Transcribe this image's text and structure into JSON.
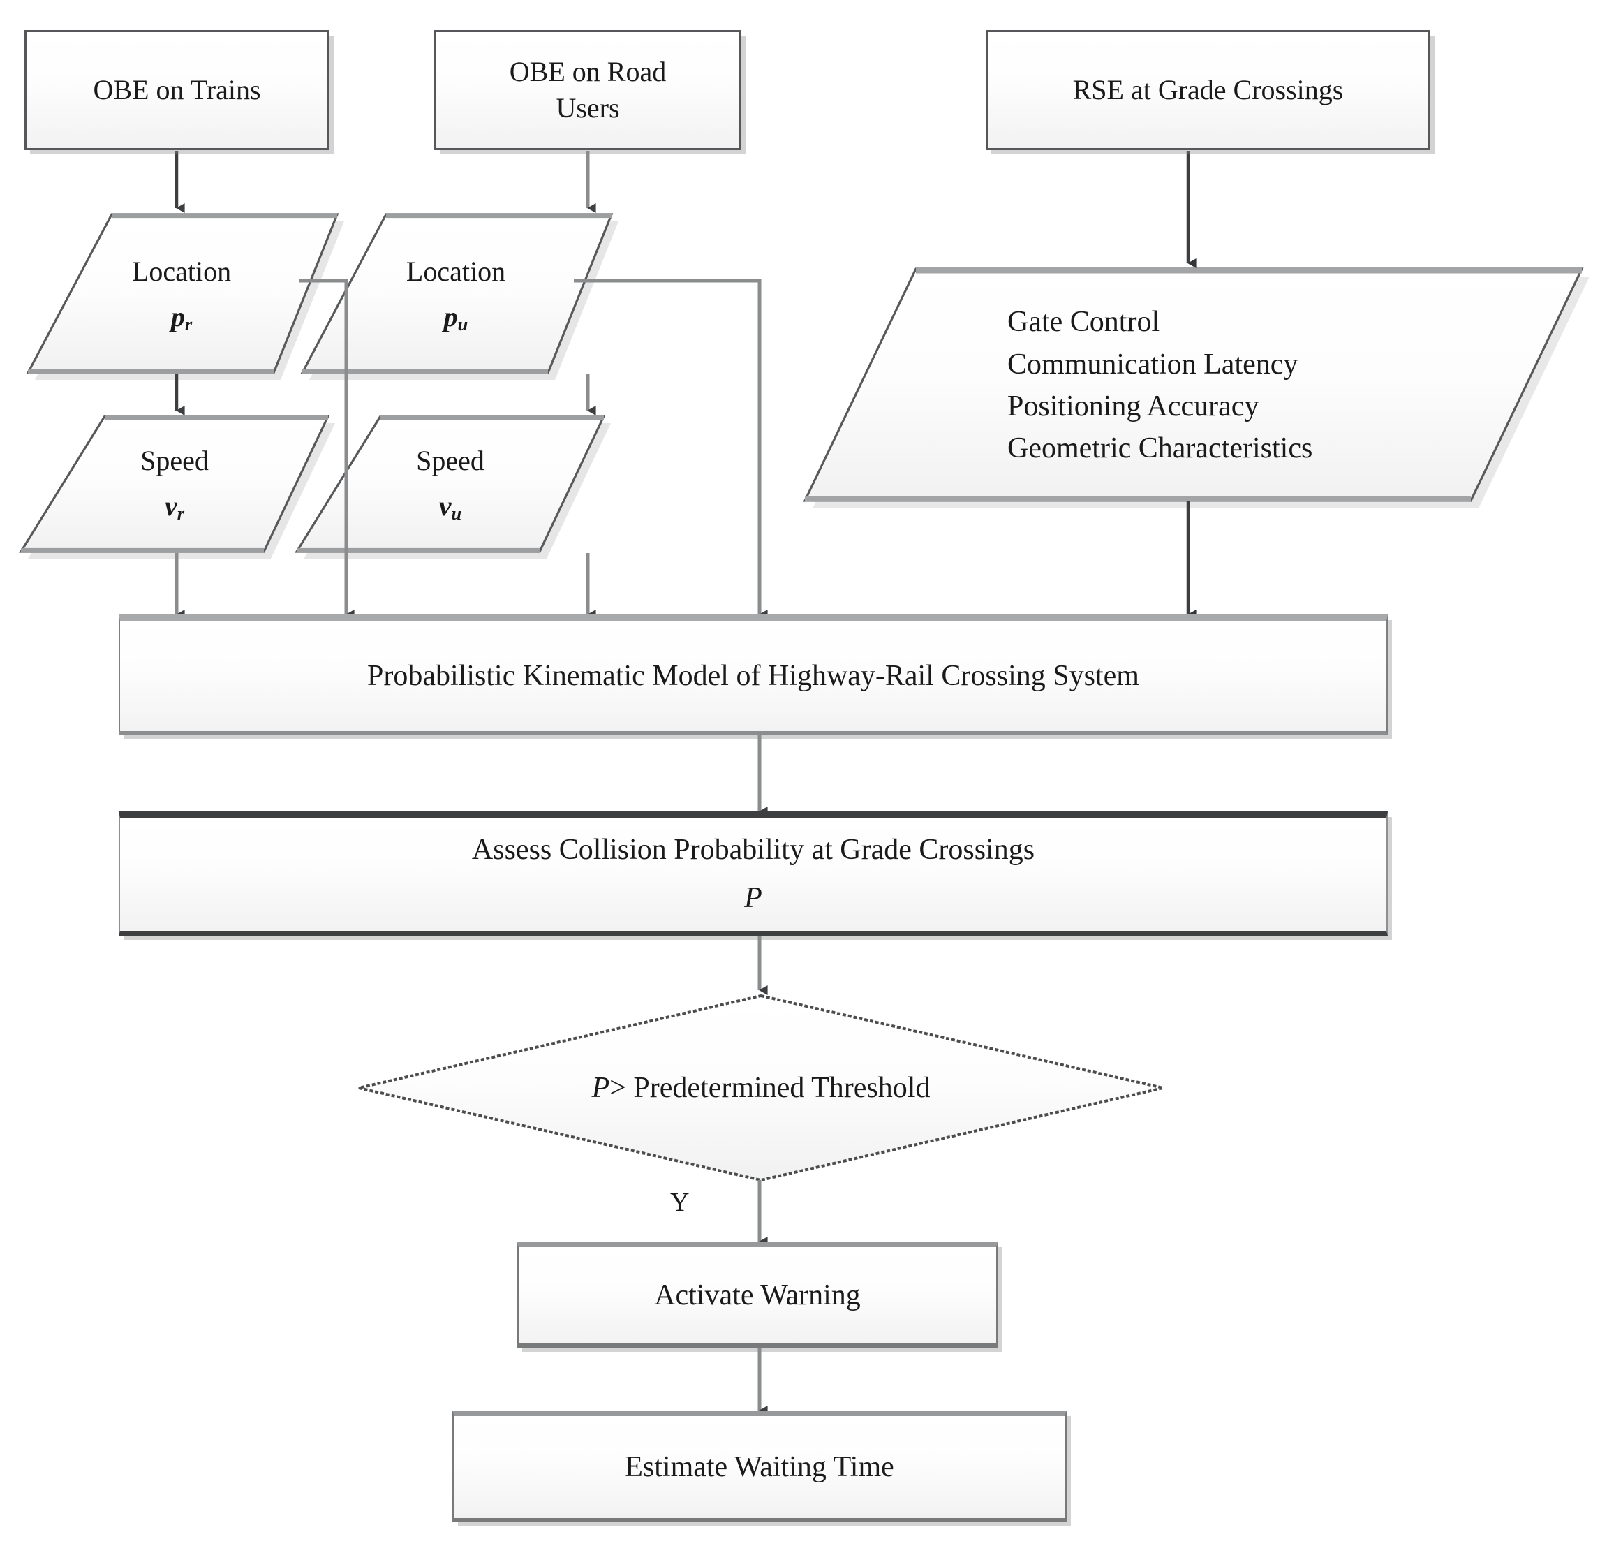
{
  "diagram": {
    "title": "Probabilistic Kinematic Collision Warning Flowchart",
    "type": "flowchart",
    "colors": {
      "text": "#1a1a1a",
      "node_fill_top": "#ffffff",
      "node_fill_bottom": "#f2f2f2",
      "node_border": "#55575a",
      "connector": "#8a8c8e",
      "connector_dark": "#3c3e40",
      "shadow": "#bcbcbc",
      "background": "#ffffff"
    }
  },
  "nodes": {
    "obe_trains": {
      "label": "OBE on Trains",
      "shape": "rectangle"
    },
    "obe_road_users": {
      "line1": "OBE on Road",
      "line2": "Users",
      "shape": "rectangle"
    },
    "rse_grade_crossings": {
      "label": "RSE at Grade Crossings",
      "shape": "rectangle"
    },
    "location_train": {
      "label": "Location",
      "symbol": "p",
      "subscript": "r",
      "shape": "parallelogram"
    },
    "location_user": {
      "label": "Location",
      "symbol": "p",
      "subscript": "u",
      "shape": "parallelogram"
    },
    "speed_train": {
      "label": "Speed",
      "symbol": "v",
      "subscript": "r",
      "shape": "parallelogram"
    },
    "speed_user": {
      "label": "Speed",
      "symbol": "v",
      "subscript": "u",
      "shape": "parallelogram"
    },
    "rse_attributes": {
      "shape": "parallelogram",
      "lines": [
        "Gate Control",
        "Communication Latency",
        "Positioning Accuracy",
        "Geometric Characteristics"
      ]
    },
    "kinematic_model": {
      "label": "Probabilistic Kinematic Model of Highway-Rail Crossing System",
      "shape": "rectangle"
    },
    "assess_collision": {
      "line1": "Assess Collision Probability at Grade Crossings",
      "symbol": "P",
      "shape": "rectangle"
    },
    "threshold_decision": {
      "symbol": "P",
      "rest": " > Predetermined Threshold",
      "shape": "diamond"
    },
    "activate_warning": {
      "label": "Activate Warning",
      "shape": "rectangle"
    },
    "estimate_waiting_time": {
      "label": "Estimate Waiting Time",
      "shape": "rectangle"
    }
  },
  "edges": {
    "yes_branch_label": "Y"
  }
}
